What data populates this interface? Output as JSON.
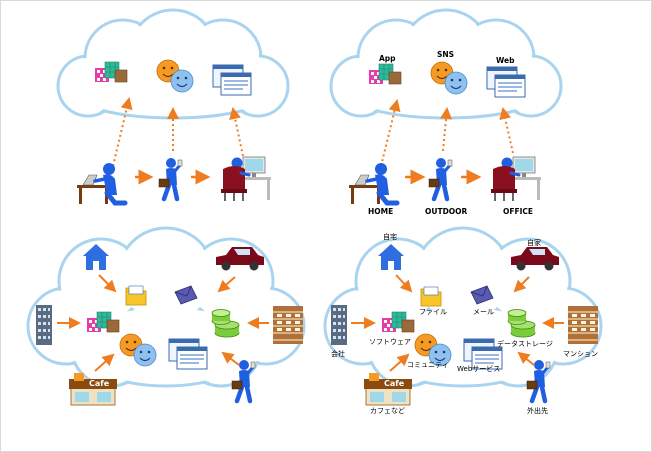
{
  "panel_tr": {
    "cloud_app": "App",
    "cloud_sns": "SNS",
    "cloud_web": "Web",
    "home": "HOME",
    "outdoor": "OUTDOOR",
    "office": "OFFICE"
  },
  "panel_bl": {
    "cafe_sign": "Cafe"
  },
  "panel_br": {
    "home": "自宅",
    "car": "自家",
    "company": "会社",
    "mansion": "マンション",
    "cafe_place": "カフェなど",
    "outside": "外出先",
    "cafe_sign": "Cafe",
    "file": "ファイル",
    "mail": "メール",
    "software": "ソフトウェア",
    "data_storage": "データストレージ",
    "community": "コミュニティ",
    "web_service": "Webサービス"
  },
  "colors": {
    "cloud_stroke": "#a9d4f0",
    "arrow": "#f07c20",
    "person": "#1f5fe0",
    "car": "#7a0a1a",
    "house": "#2f6ee0",
    "building": "#5a6a80",
    "mansion": "#b0703a"
  }
}
